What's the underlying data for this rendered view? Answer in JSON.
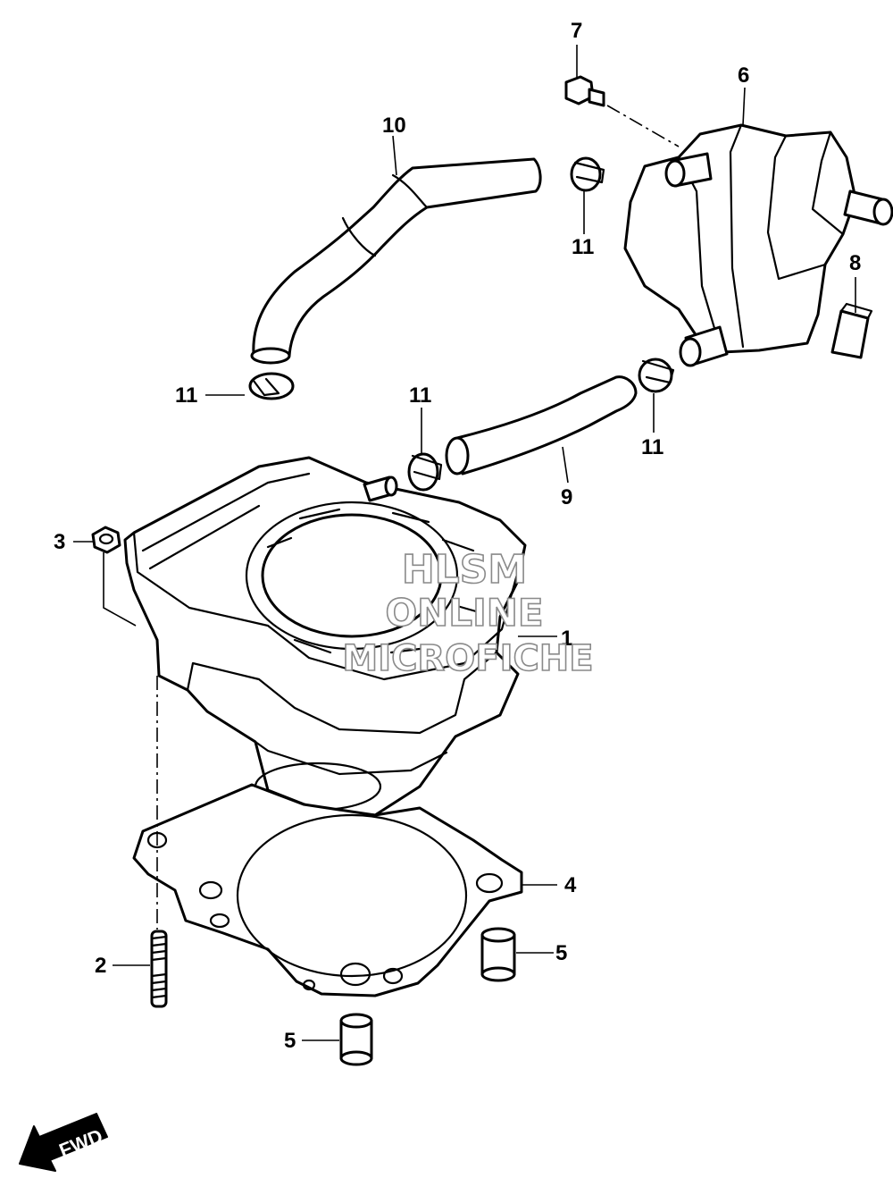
{
  "watermark": {
    "line1": "HLSM",
    "line2": "ONLINE",
    "line3": "MICROFICHE"
  },
  "callouts": {
    "c1": "1",
    "c2": "2",
    "c3": "3",
    "c4": "4",
    "c5a": "5",
    "c5b": "5",
    "c6": "6",
    "c7": "7",
    "c8": "8",
    "c9": "9",
    "c10": "10",
    "c11a": "11",
    "c11b": "11",
    "c11c": "11",
    "c11d": "11"
  },
  "fwd_arrow": {
    "label": "FWD"
  }
}
